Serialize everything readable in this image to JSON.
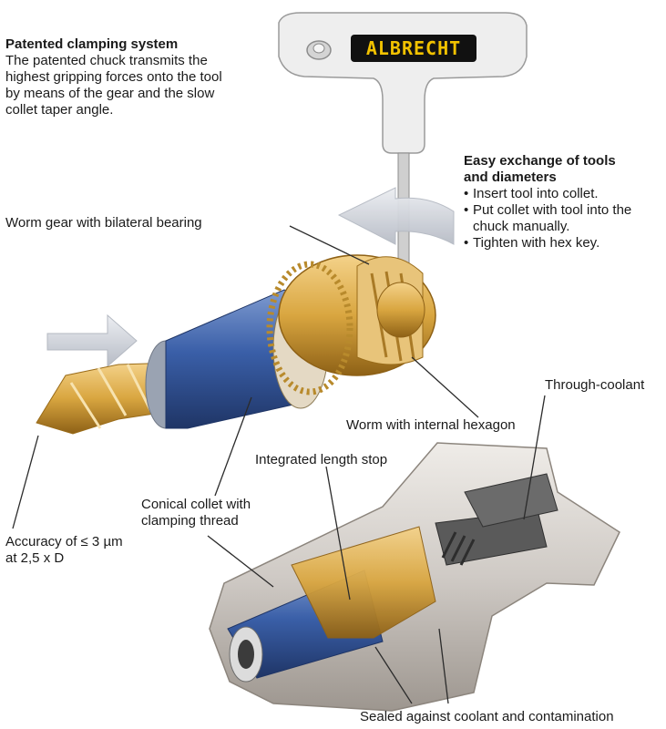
{
  "brand": "ALBRECHT",
  "intro": {
    "title": "Patented clamping system",
    "lines": [
      "The patented chuck transmits the",
      "highest gripping forces onto the tool",
      "by means of the gear and the slow",
      "collet taper angle."
    ]
  },
  "exchange": {
    "title_lines": [
      "Easy exchange of tools",
      "and diameters"
    ],
    "bullets": [
      "Insert tool into collet.",
      "Put collet with tool into the",
      "Tighten with hex key."
    ],
    "bullet_continuation": "chuck manually."
  },
  "labels": {
    "worm_gear": "Worm gear with bilateral bearing",
    "worm_hexagon": "Worm with internal hexagon",
    "through_coolant": "Through-coolant",
    "length_stop": "Integrated length stop",
    "collet": [
      "Conical collet with",
      "clamping thread"
    ],
    "accuracy": [
      "Accuracy of ≤ 3 µm",
      "at 2,5 x D"
    ],
    "sealed": "Sealed against coolant and contamination"
  },
  "colors": {
    "collet_blue": "#3a5fa8",
    "gold": "#d9a640",
    "steel": "#cfcac5",
    "arrow_grey": "#d2d6de"
  }
}
